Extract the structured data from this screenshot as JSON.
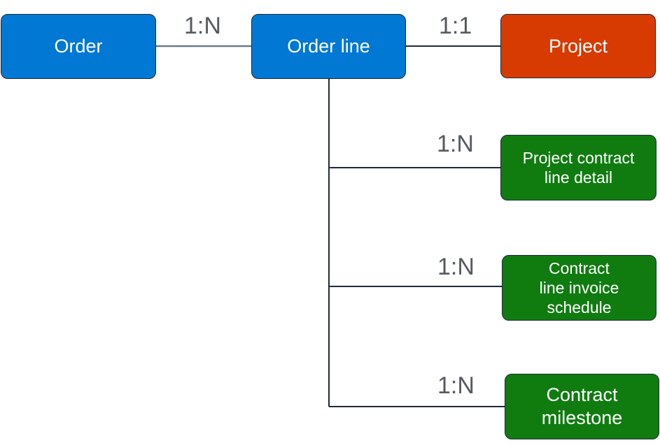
{
  "colors": {
    "blue": "#0078d4",
    "orange": "#d83b01",
    "green": "#107c10",
    "line": "#1f2a38",
    "line_light": "#6b7b88",
    "label": "#555a60"
  },
  "nodes": {
    "order": "Order",
    "order_line": "Order line",
    "project": "Project",
    "project_contract_line_detail": "Project contract\nline detail",
    "contract_line_invoice_schedule": "Contract\nline invoice\nschedule",
    "contract_milestone": "Contract\nmilestone"
  },
  "relationships": {
    "order_to_order_line": "1:N",
    "order_line_to_project": "1:1",
    "order_line_to_project_contract_line_detail": "1:N",
    "order_line_to_contract_line_invoice_schedule": "1:N",
    "order_line_to_contract_milestone": "1:N"
  }
}
